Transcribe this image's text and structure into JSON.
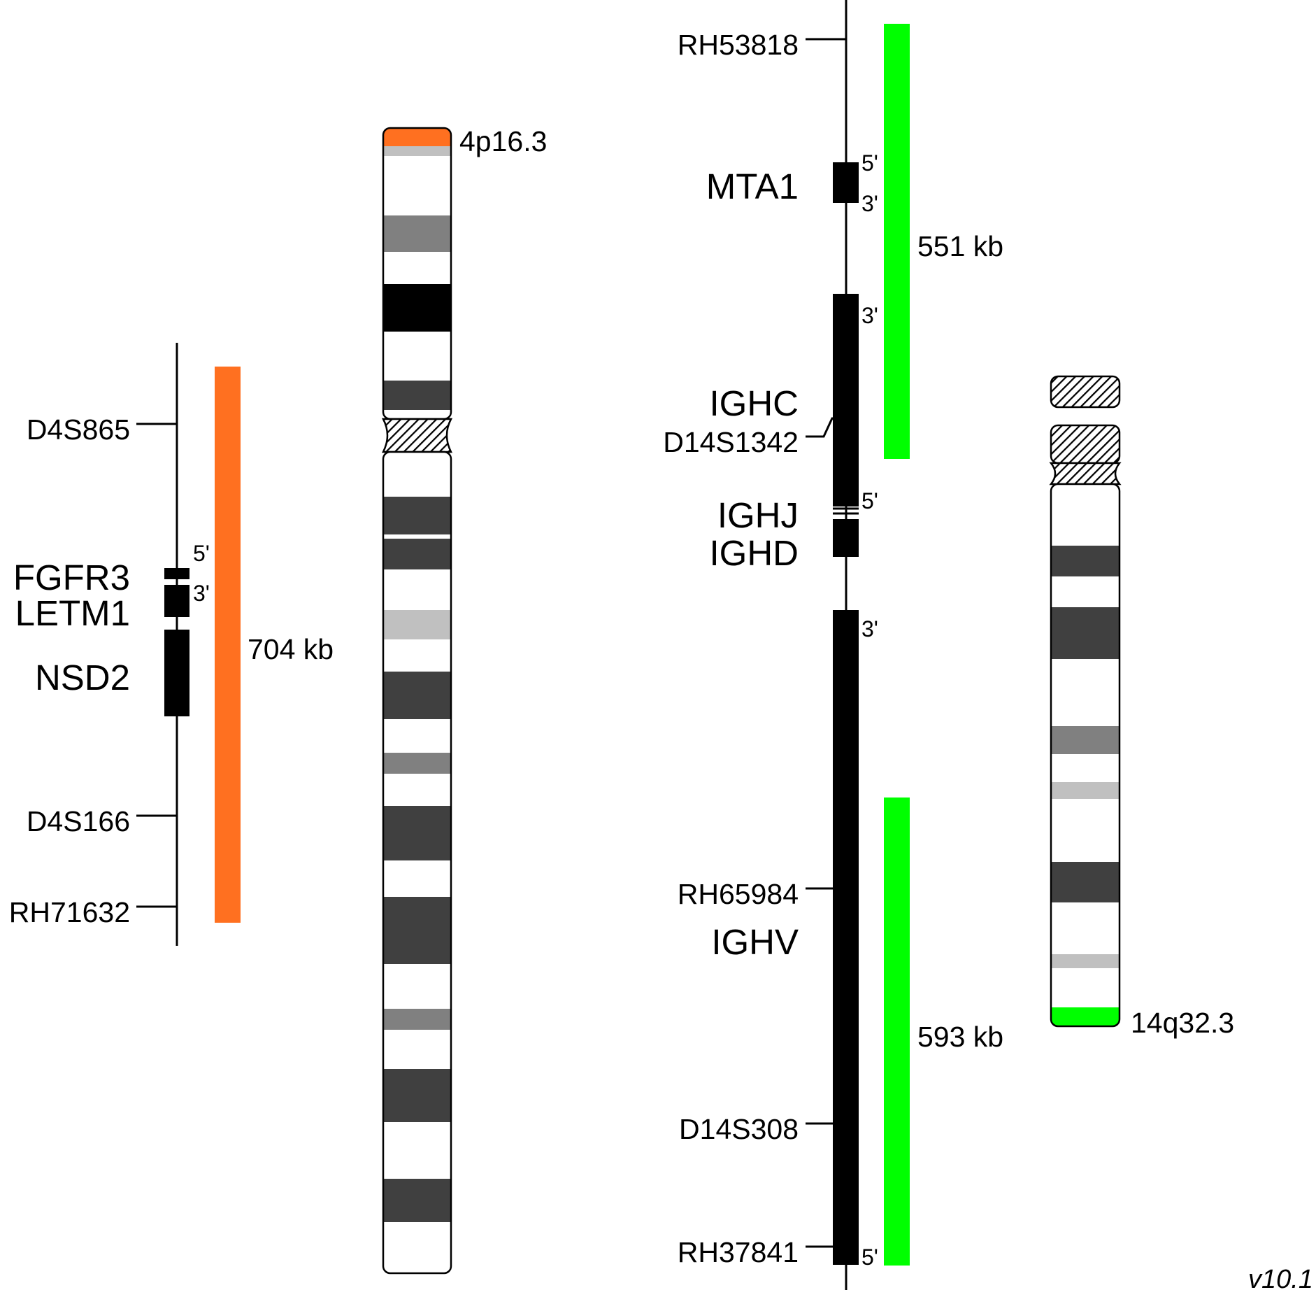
{
  "colors": {
    "probe_4p": "#ff7020",
    "probe_14q": "#00ff00",
    "band_black": "#000000",
    "band_dark": "#404040",
    "band_mid": "#808080",
    "band_light": "#c0c0c0",
    "line": "#000000"
  },
  "left_map": {
    "markers": [
      "D4S865",
      "D4S166",
      "RH71632"
    ],
    "genes": [
      "FGFR3",
      "LETM1",
      "NSD2"
    ],
    "ends": [
      "5'",
      "3'"
    ],
    "probe_size": "704 kb"
  },
  "chr4": {
    "band_label": "4p16.3"
  },
  "right_map": {
    "markers": [
      "RH53818",
      "D14S1342",
      "RH65984",
      "D14S308",
      "RH37841"
    ],
    "genes": [
      "MTA1",
      "IGHC",
      "IGHJ",
      "IGHD",
      "IGHV"
    ],
    "ends": [
      "5'",
      "3'",
      "3'",
      "5'",
      "3'",
      "5'"
    ],
    "probe_sizes": [
      "551 kb",
      "593 kb"
    ]
  },
  "chr14": {
    "band_label": "14q32.3"
  },
  "version": "v10.1"
}
